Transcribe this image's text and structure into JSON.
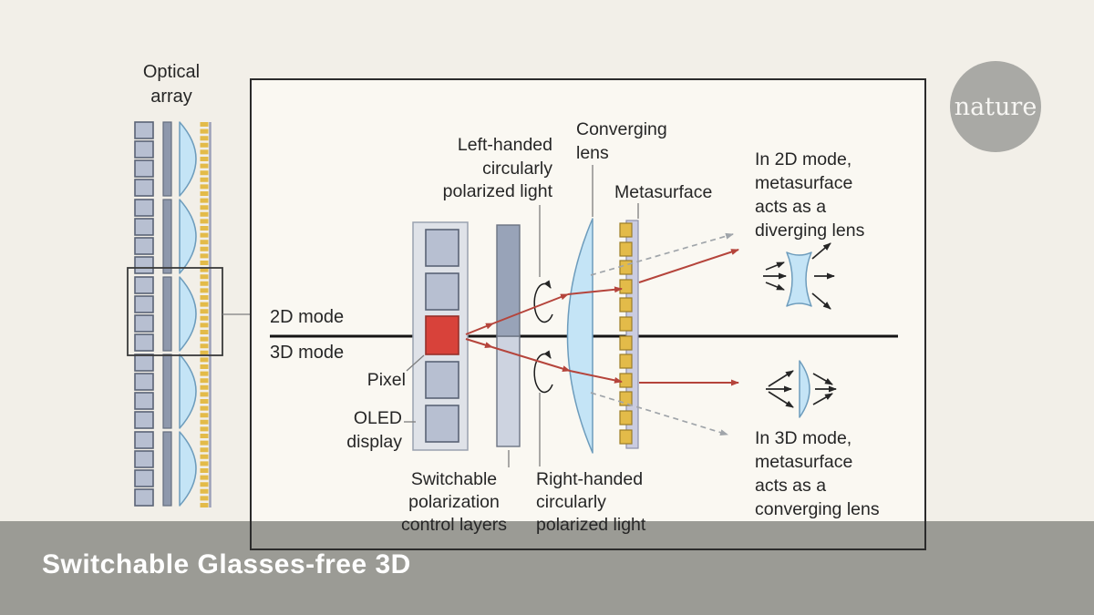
{
  "colors": {
    "bg": "#f2efe8",
    "panel_bg": "#faf8f2",
    "bar_bg": "#9b9b95",
    "bar_text": "#ffffff",
    "text": "#262626",
    "red": "#b5443b",
    "gold": "#e3bb49",
    "gold_border": "#9c7d26",
    "lens_blue": "#c4e4f6",
    "lens_border": "#6d9cbc",
    "square_fill": "#b7bfd1",
    "square_border": "#5a6375",
    "oled_bg": "#dfe2e8",
    "oled_border": "#99a1af",
    "pol_top": "#98a3b8",
    "pol_bottom": "#cdd3e0",
    "meta_back": "#cacce0",
    "dash_gray": "#a0a5aa",
    "logo_gray": "#a9a9a5",
    "pixel_red": "#d8423a"
  },
  "logo": {
    "text": "nature"
  },
  "title_bar": {
    "text": "Switchable Glasses-free 3D"
  },
  "optical_array": {
    "label": [
      "Optical",
      "array"
    ]
  },
  "panel": {
    "mode_labels": {
      "top": "2D mode",
      "bottom": "3D mode"
    },
    "labels": {
      "left_handed": [
        "Left-handed",
        "circularly",
        "polarized light"
      ],
      "converging": [
        "Converging",
        "lens"
      ],
      "metasurface": "Metasurface",
      "pixel": "Pixel",
      "oled": [
        "OLED",
        "display"
      ],
      "switchable": [
        "Switchable",
        "polarization",
        "control layers"
      ],
      "right_handed": [
        "Right-handed",
        "circularly",
        "polarized light"
      ],
      "in_2d": [
        "In 2D mode,",
        "metasurface",
        "acts as a",
        "diverging lens"
      ],
      "in_3d": [
        "In 3D mode,",
        "metasurface",
        "acts as a",
        "converging lens"
      ]
    }
  }
}
